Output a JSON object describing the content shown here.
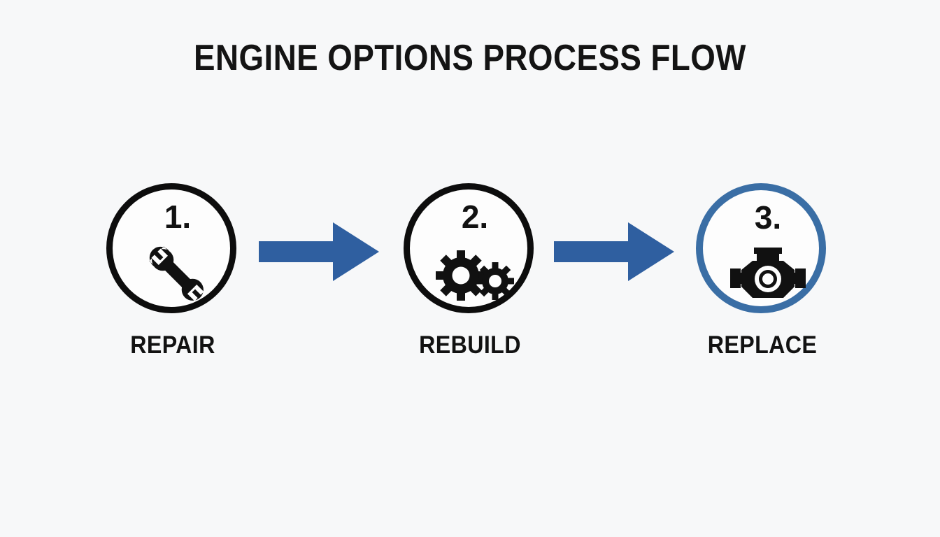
{
  "page": {
    "title": "ENGINE OPTIONS PROCESS FLOW",
    "background_color": "#F7F8F9",
    "accent_color": "#3A6EA5",
    "arrow_color": "#2F5FA0",
    "ink_color": "#121212"
  },
  "steps": [
    {
      "number": "1.",
      "label": "REPAIR",
      "icon": "wrench-icon",
      "state": "default",
      "outline_color": "#0D0D0D"
    },
    {
      "number": "2.",
      "label": "REBUILD",
      "icon": "gears-icon",
      "state": "default",
      "outline_color": "#0D0D0D"
    },
    {
      "number": "3.",
      "label": "REPLACE",
      "icon": "engine-block-icon",
      "state": "highlighted",
      "outline_color": "#3A6EA5"
    }
  ],
  "connectors": [
    {
      "name": "arrow-repair-to-rebuild",
      "direction": "right",
      "color": "#2F5FA0"
    },
    {
      "name": "arrow-rebuild-to-replace",
      "direction": "right",
      "color": "#2F5FA0"
    }
  ]
}
